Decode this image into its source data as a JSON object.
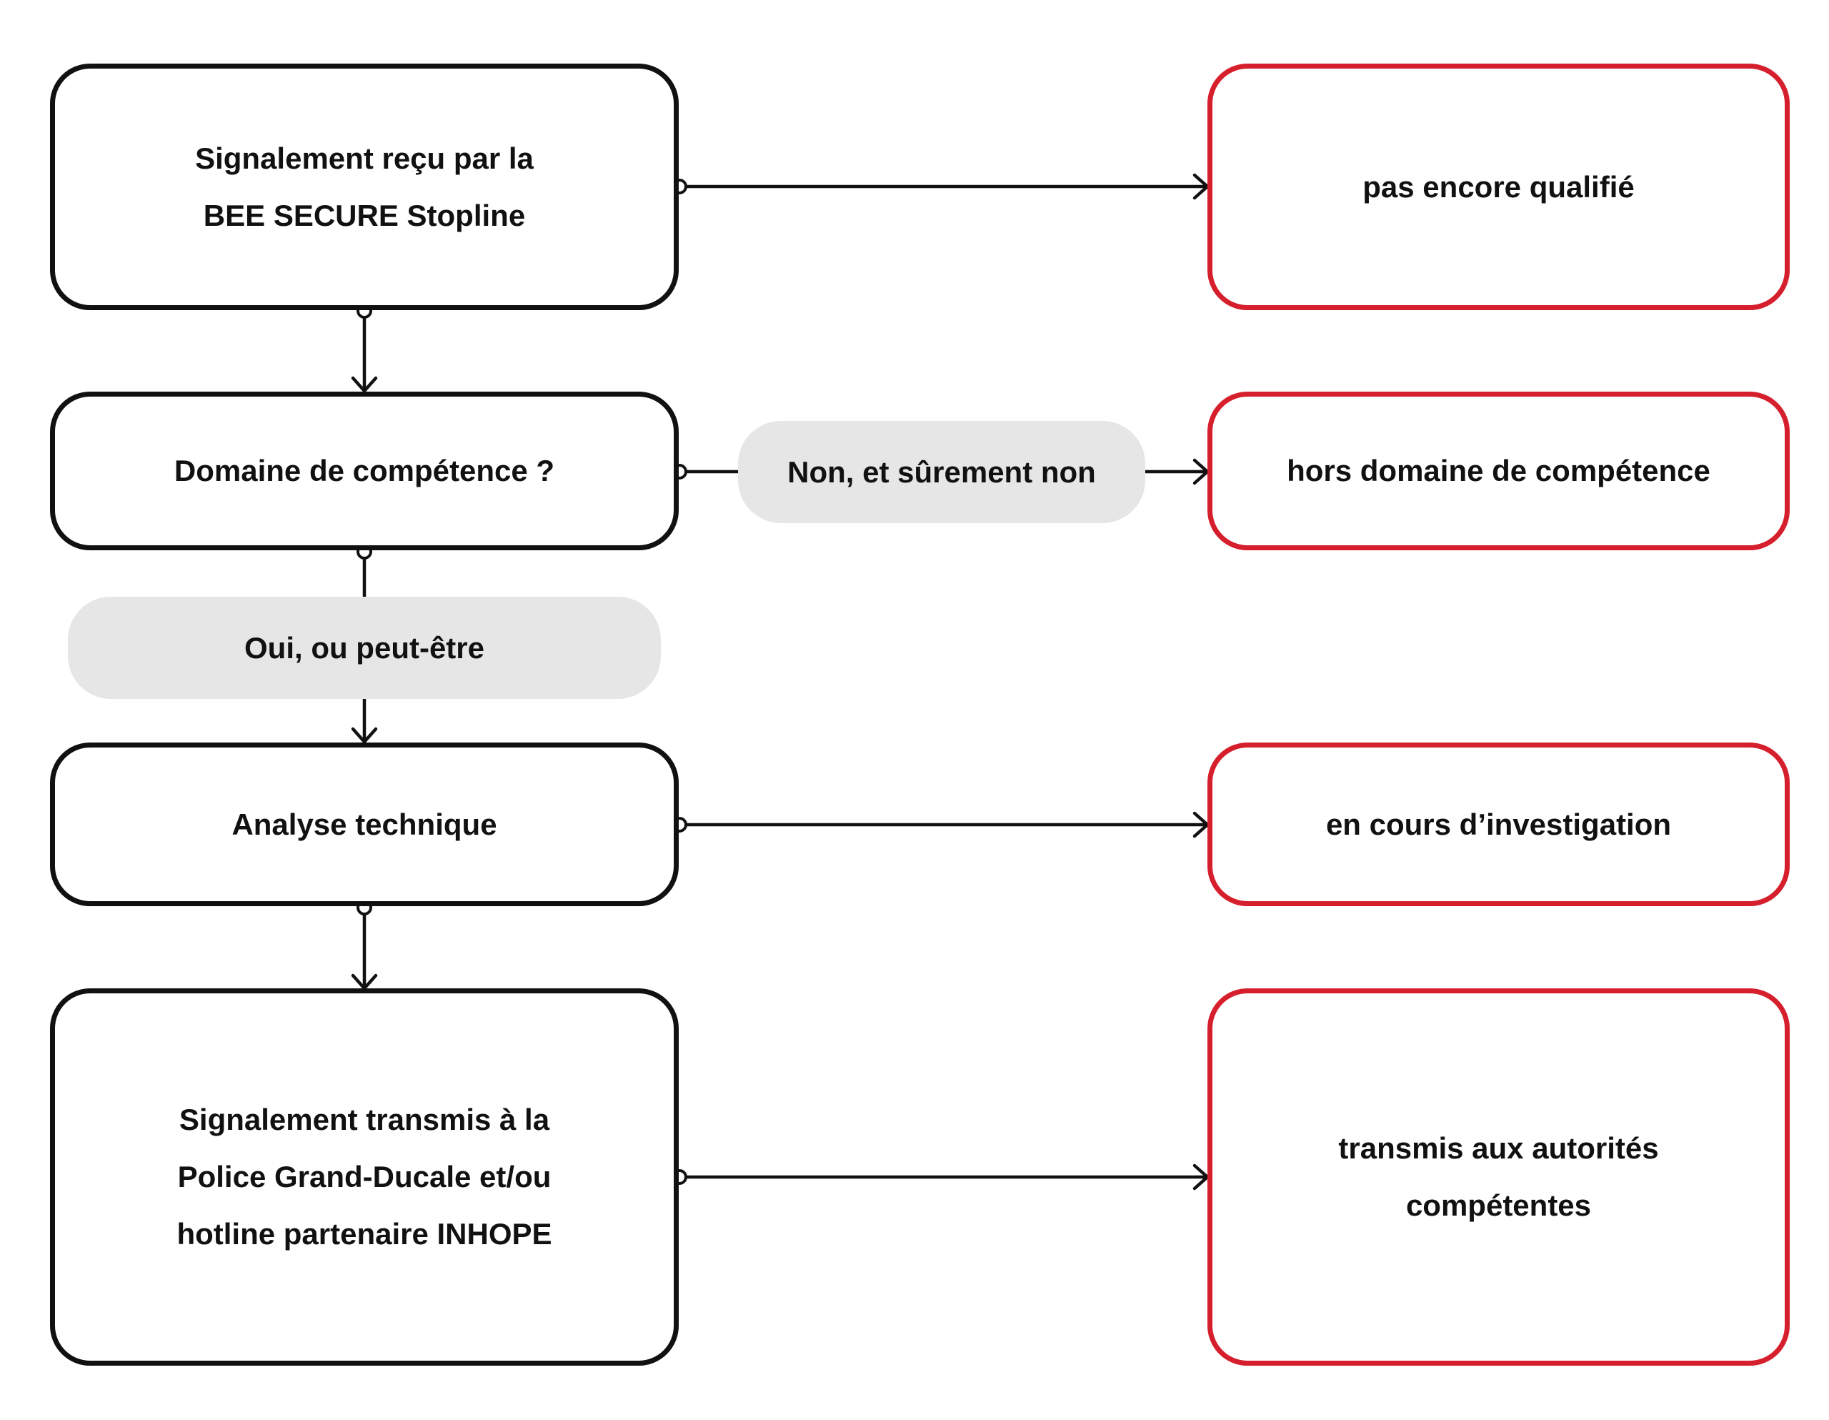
{
  "colors": {
    "stroke": "#111111",
    "outcome_border": "#d61f2c",
    "label_fill": "#e6e6e6"
  },
  "steps": {
    "received": [
      "Signalement reçu par la",
      "BEE SECURE Stopline"
    ],
    "domain": [
      "Domaine de compétence ?"
    ],
    "analysis": [
      "Analyse technique"
    ],
    "transmitted": [
      "Signalement transmis à la",
      "Police Grand-Ducale et/ou",
      "hotline partenaire INHOPE"
    ]
  },
  "outcomes": {
    "not_qualified": [
      "pas encore qualifié"
    ],
    "out_of_scope": [
      "hors domaine de compétence"
    ],
    "investigating": [
      "en cours d’investigation"
    ],
    "transmitted_authorities": [
      "transmis aux autorités",
      "compétentes"
    ]
  },
  "edge_labels": {
    "no": "Non, et sûrement non",
    "yes": "Oui, ou peut-être"
  }
}
